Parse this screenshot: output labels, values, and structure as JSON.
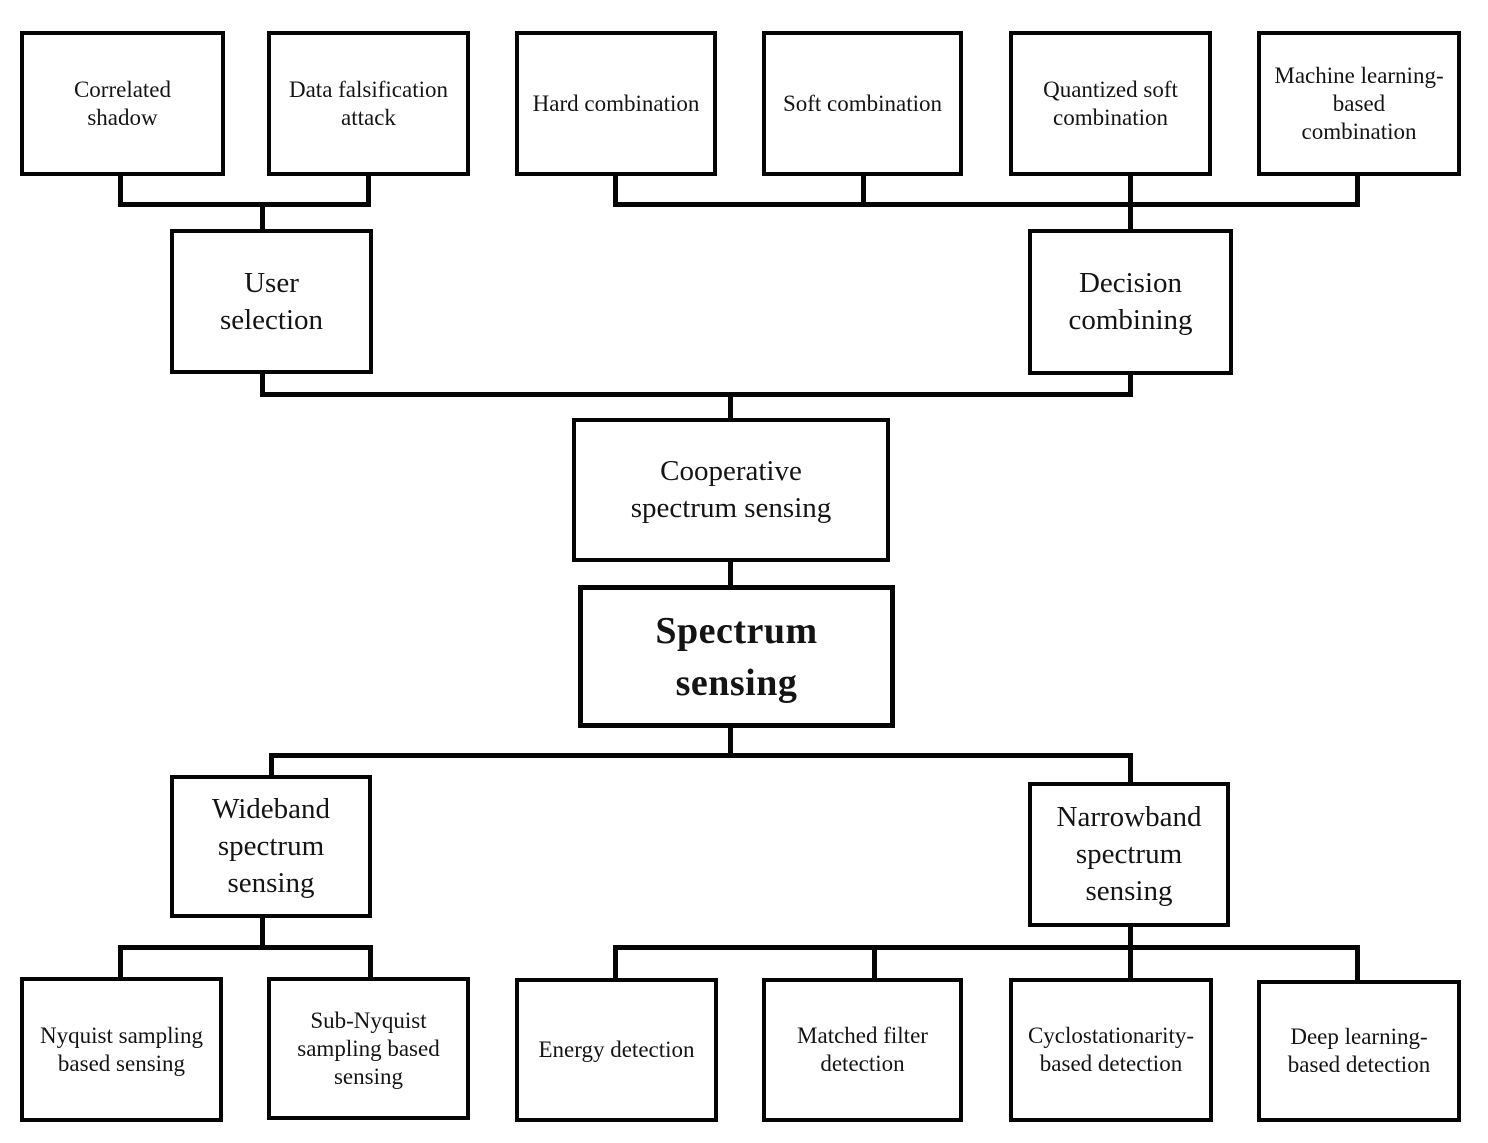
{
  "colors": {
    "line": "#050505",
    "background": "#ffffff",
    "text": "#141414"
  },
  "nodes": {
    "correlated_shadow": "Correlated\nshadow",
    "data_falsification_attack": "Data falsification\nattack",
    "hard_combination": "Hard combination",
    "soft_combination": "Soft combination",
    "quantized_soft_combination": "Quantized soft\ncombination",
    "machine_learning_based_combination": "Machine learning-\nbased\ncombination",
    "user_selection": "User\nselection",
    "decision_combining": "Decision\ncombining",
    "cooperative_spectrum_sensing": "Cooperative\nspectrum sensing",
    "spectrum_sensing": "Spectrum\nsensing",
    "wideband_spectrum_sensing": "Wideband\nspectrum\nsensing",
    "narrowband_spectrum_sensing": "Narrowband\nspectrum\nsensing",
    "nyquist_sampling_based_sensing": "Nyquist sampling\nbased sensing",
    "sub_nyquist_sampling_based_sensing": "Sub-Nyquist\nsampling based\nsensing",
    "energy_detection": "Energy detection",
    "matched_filter_detection": "Matched filter\ndetection",
    "cyclostationarity_based_detection": "Cyclostationarity-\nbased detection",
    "deep_learning_based_detection": "Deep learning-\nbased detection"
  },
  "edges": [
    {
      "from": "correlated_shadow",
      "to": "user_selection"
    },
    {
      "from": "data_falsification_attack",
      "to": "user_selection"
    },
    {
      "from": "hard_combination",
      "to": "decision_combining"
    },
    {
      "from": "soft_combination",
      "to": "decision_combining"
    },
    {
      "from": "quantized_soft_combination",
      "to": "decision_combining"
    },
    {
      "from": "machine_learning_based_combination",
      "to": "decision_combining"
    },
    {
      "from": "user_selection",
      "to": "cooperative_spectrum_sensing"
    },
    {
      "from": "decision_combining",
      "to": "cooperative_spectrum_sensing"
    },
    {
      "from": "cooperative_spectrum_sensing",
      "to": "spectrum_sensing"
    },
    {
      "from": "spectrum_sensing",
      "to": "wideband_spectrum_sensing"
    },
    {
      "from": "spectrum_sensing",
      "to": "narrowband_spectrum_sensing"
    },
    {
      "from": "wideband_spectrum_sensing",
      "to": "nyquist_sampling_based_sensing"
    },
    {
      "from": "wideband_spectrum_sensing",
      "to": "sub_nyquist_sampling_based_sensing"
    },
    {
      "from": "narrowband_spectrum_sensing",
      "to": "energy_detection"
    },
    {
      "from": "narrowband_spectrum_sensing",
      "to": "matched_filter_detection"
    },
    {
      "from": "narrowband_spectrum_sensing",
      "to": "cyclostationarity_based_detection"
    },
    {
      "from": "narrowband_spectrum_sensing",
      "to": "deep_learning_based_detection"
    }
  ]
}
